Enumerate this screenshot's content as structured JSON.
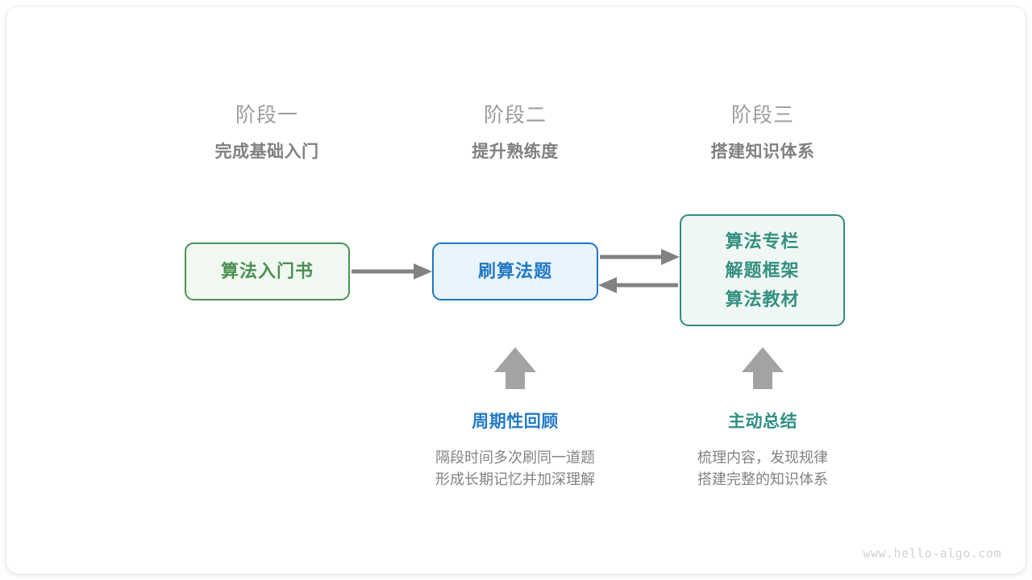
{
  "diagram": {
    "title_watermark": "www.hello-algo.com",
    "colors": {
      "stage_name": "#9b9b9b",
      "stage_desc": "#808080",
      "green": "#4a9052",
      "blue": "#2279c6",
      "teal": "#2e9083",
      "arrow_gray": "#828282",
      "caption_gray": "#838383"
    },
    "stages": [
      {
        "name": "阶段一",
        "desc": "完成基础入门"
      },
      {
        "name": "阶段二",
        "desc": "提升熟练度"
      },
      {
        "name": "阶段三",
        "desc": "搭建知识体系"
      }
    ],
    "nodes": [
      {
        "id": "book",
        "lines": [
          "算法入门书"
        ],
        "accent": "#4a9052"
      },
      {
        "id": "practice",
        "lines": [
          "刷算法题"
        ],
        "accent": "#2279c6"
      },
      {
        "id": "resources",
        "lines": [
          "算法专栏",
          "解题框架",
          "算法教材"
        ],
        "accent": "#33907f"
      }
    ],
    "connections": [
      {
        "from": "book",
        "to": "practice",
        "direction": "right"
      },
      {
        "from": "practice",
        "to": "resources",
        "direction": "right"
      },
      {
        "from": "resources",
        "to": "practice",
        "direction": "left"
      }
    ],
    "annotations": [
      {
        "title": "周期性回顾",
        "color_key": "blue",
        "desc_lines": [
          "隔段时间多次刷同一道题",
          "形成长期记忆并加深理解"
        ]
      },
      {
        "title": "主动总结",
        "color_key": "teal",
        "desc_lines": [
          "梳理内容，发现规律",
          "搭建完整的知识体系"
        ]
      }
    ]
  }
}
